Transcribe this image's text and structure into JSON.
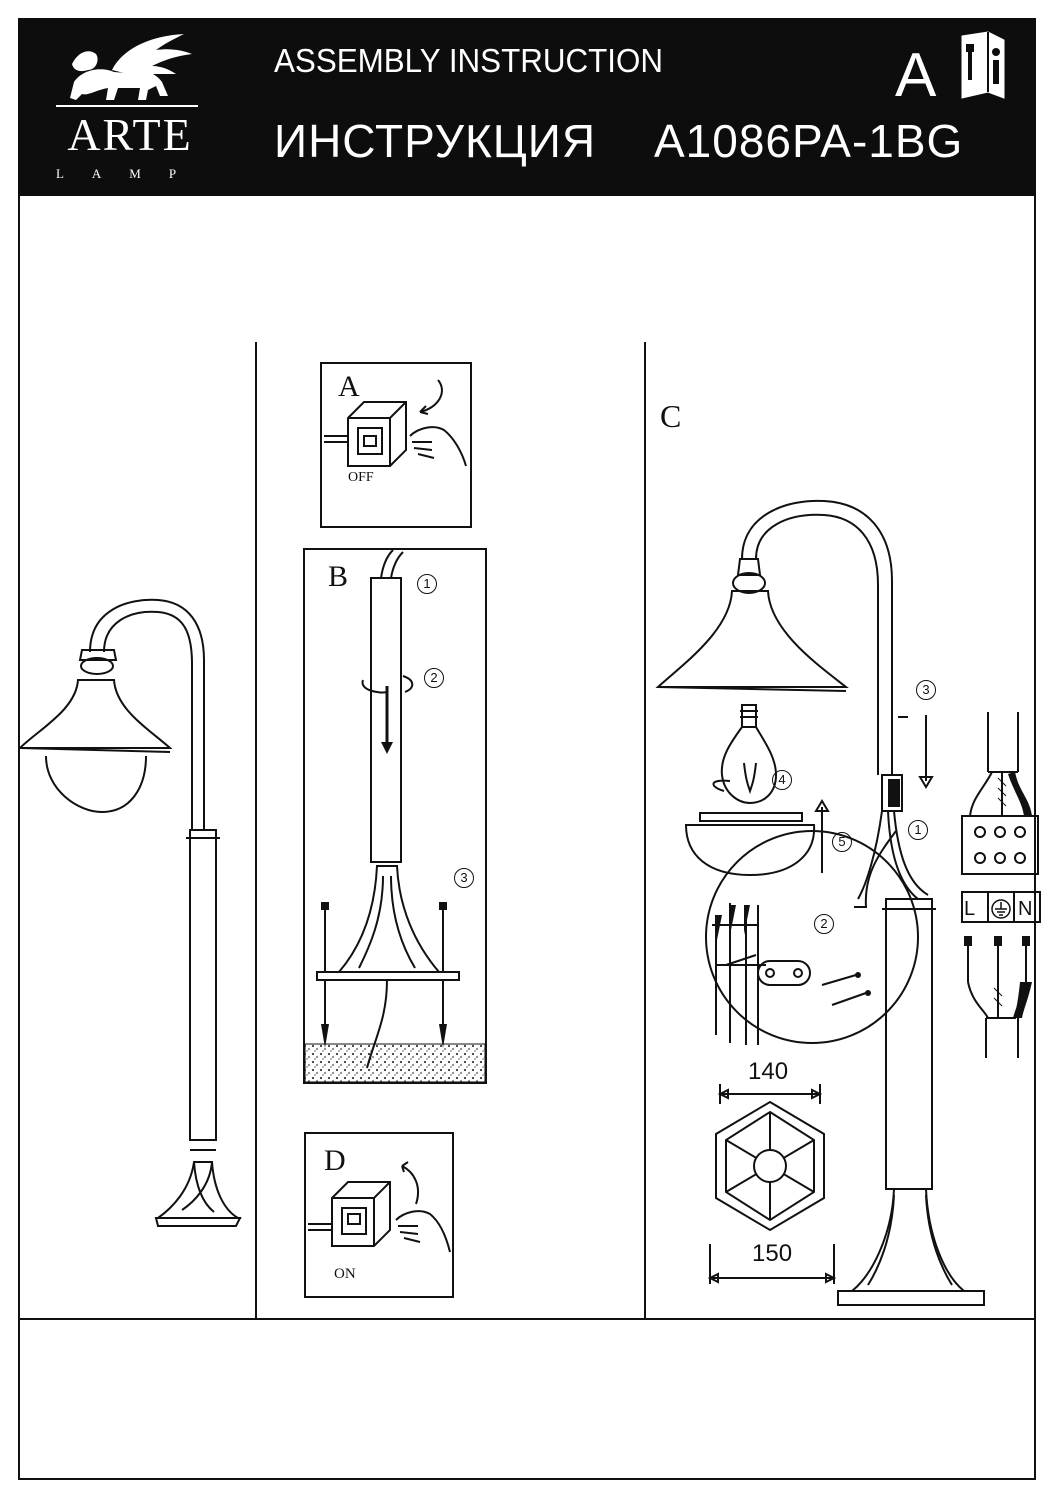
{
  "header": {
    "brand": "ARTE",
    "brand_sub": "LAMP",
    "title_en": "ASSEMBLY INSTRUCTION",
    "title_ru": "ИНСТРУКЦИЯ",
    "model": "A1086PA-1BG",
    "language": "A",
    "info_icon": "manual-info-icon",
    "logo_icon": "winged-lion-icon"
  },
  "steps": {
    "a": {
      "letter": "A",
      "caption": "OFF"
    },
    "b": {
      "letter": "B",
      "n1": "1",
      "n2": "2",
      "n3": "3"
    },
    "c": {
      "letter": "C",
      "n1": "1",
      "n2": "2",
      "n3": "3",
      "n4": "4",
      "n5": "5"
    },
    "d": {
      "letter": "D",
      "caption": "ON"
    }
  },
  "wiring": {
    "l": "L",
    "n": "N",
    "ground_icon": "ground-icon"
  },
  "dimensions": {
    "top": "140",
    "bottom": "150"
  }
}
